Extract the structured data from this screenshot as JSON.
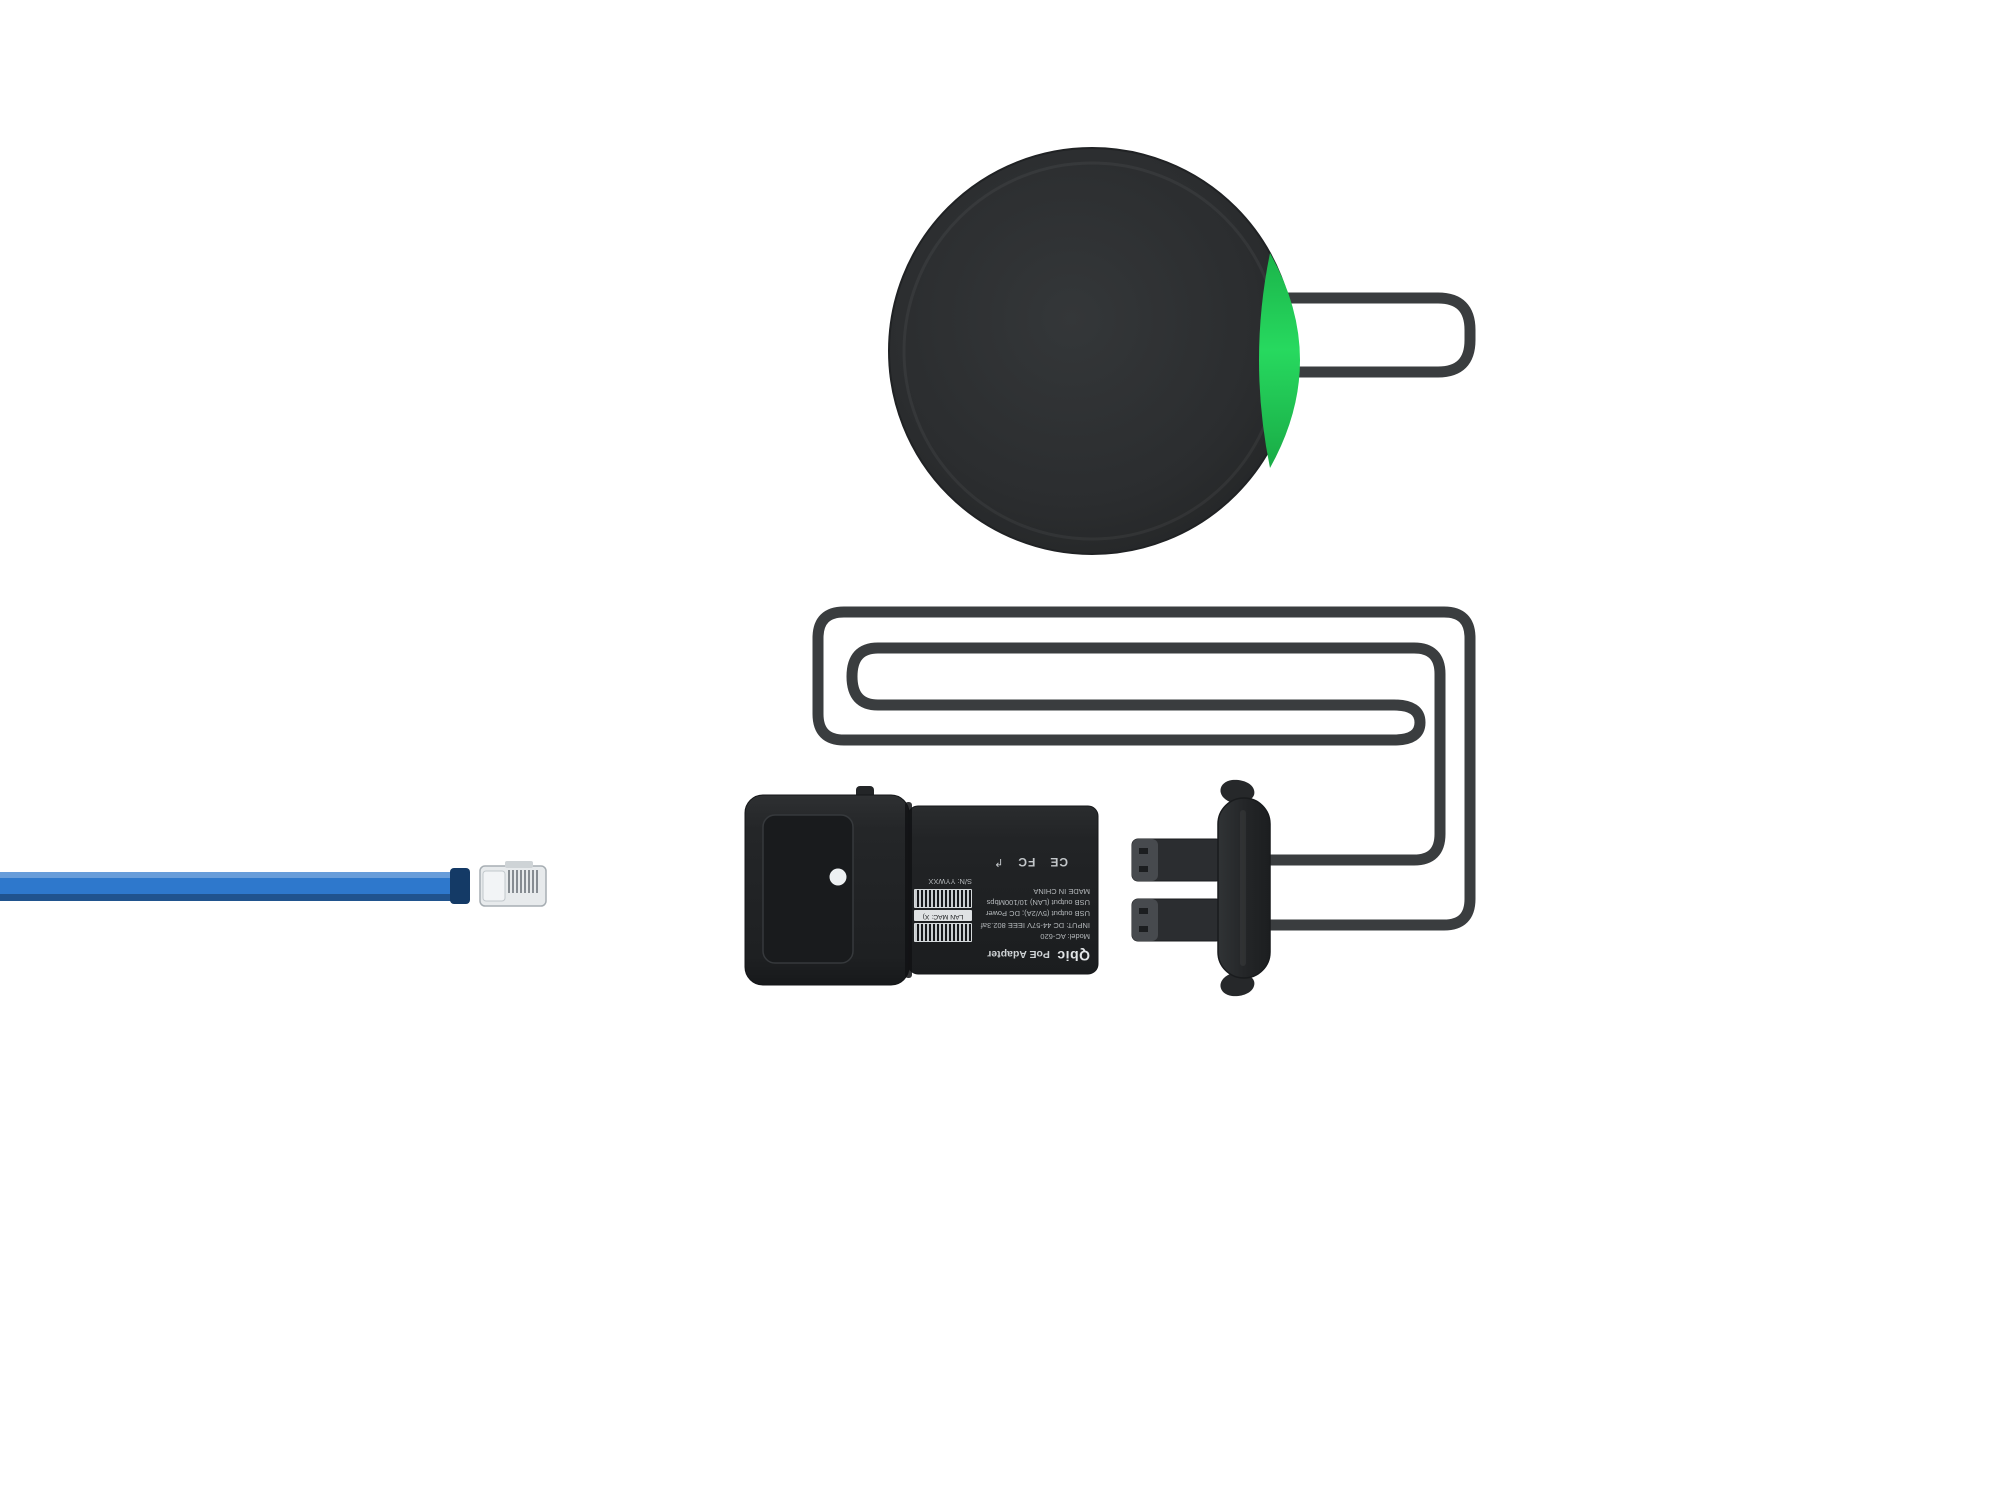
{
  "scene": {
    "description": "Product photo: round device with green indicator connected by a coiled dark cable to a PoE adapter with dual USB plugs and cable grommet; blue Ethernet cable with clear RJ45 connector approaches the adapter from the left"
  },
  "colors": {
    "background": "#ffffff",
    "green_accent": "#20c955",
    "cable": "#3a3d3f",
    "puck": "#2a2c2e",
    "adapter_body": "#202224",
    "ethernet_blue": "#2e78cc",
    "label_text": "#b5b9bc",
    "led_dot": "#edf0f2"
  },
  "adapter_label": {
    "brand": "Qbic",
    "product": "PoE Adapter",
    "model": "Model: AC-620",
    "input": "INPUT: DC 44-57V IEEE 802.3af",
    "usb_power": "USB output (5V/2A); DC Power",
    "usb_lan": "USB output (LAN)  10/100Mbps",
    "made_in": "MADE IN CHINA",
    "mac": "LAN MAC: X)",
    "serial": "S/N: YYWXX",
    "marks": {
      "ce": "CE",
      "fcc": "FC",
      "arrow": "↱"
    }
  }
}
